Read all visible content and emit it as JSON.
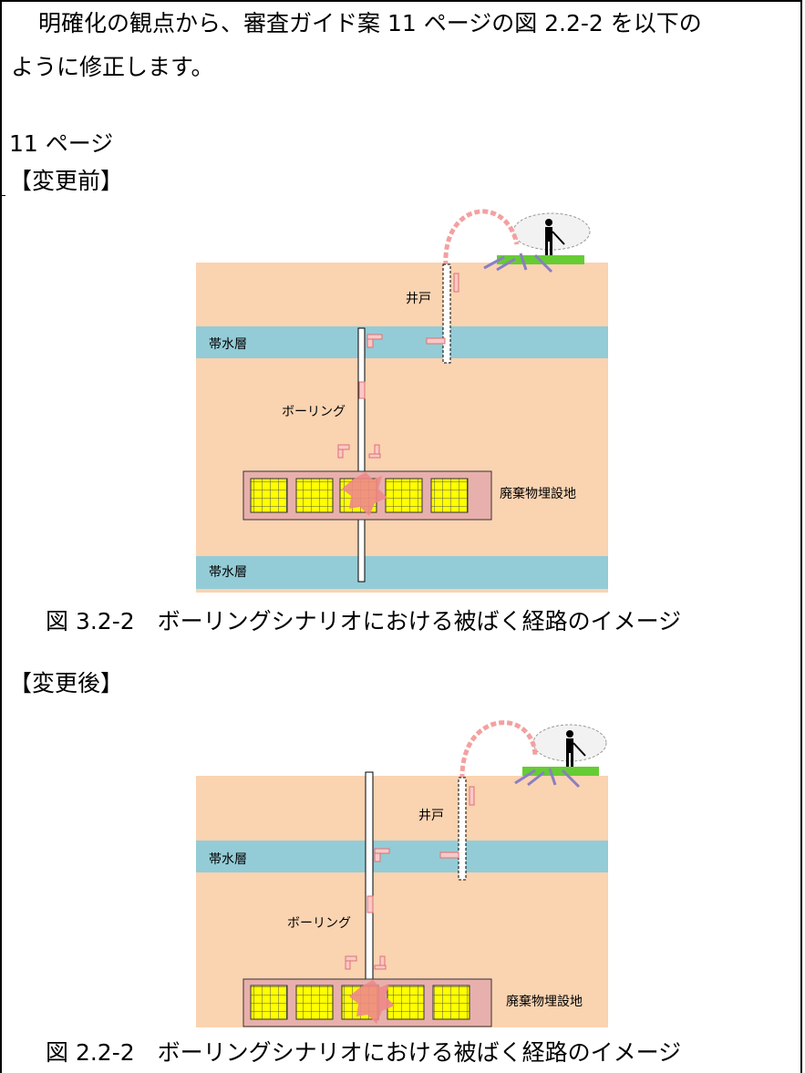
{
  "intro": {
    "line1": "明確化の観点から、審査ガイド案 11 ページの図 2.2-2 を以下の",
    "line2": "ように修正します。"
  },
  "page_ref": "11 ページ",
  "before": {
    "heading": "【変更前】",
    "caption": "図 3.2-2　ボーリングシナリオにおける被ばく経路のイメージ",
    "labels": {
      "well": "井戸",
      "aquifer_upper": "帯水層",
      "boring": "ボーリング",
      "disposal_site": "廃棄物埋設地",
      "aquifer_lower": "帯水層"
    }
  },
  "after": {
    "heading": "【変更後】",
    "caption": "図 2.2-2　ボーリングシナリオにおける被ばく経路のイメージ",
    "labels": {
      "well": "井戸",
      "aquifer_upper": "帯水層",
      "boring": "ボーリング",
      "disposal_site": "廃棄物埋設地"
    }
  },
  "colors": {
    "soil": "#fad3b1",
    "aquifer": "#93ccd6",
    "vault": "#e8b0ac",
    "cell": "#ffff00",
    "arrow": "#f4a0a0",
    "exposure_arrow": "#8a7ec4",
    "grass": "#66cc33"
  }
}
